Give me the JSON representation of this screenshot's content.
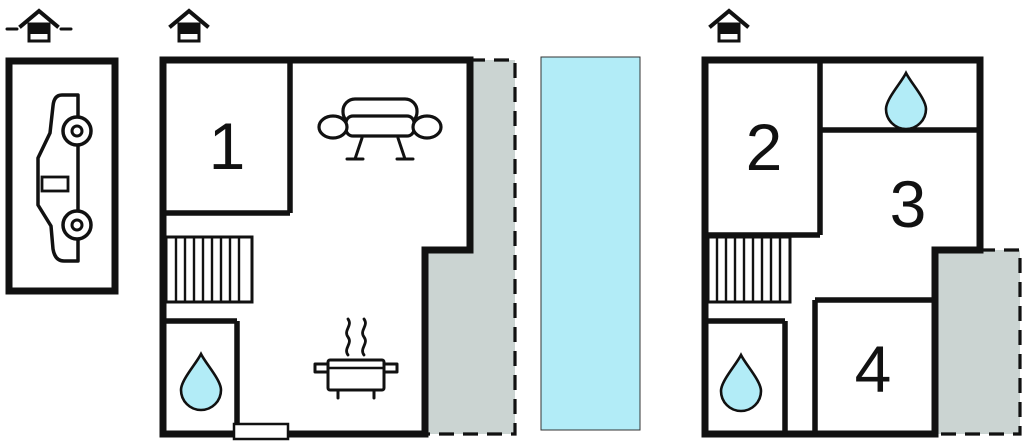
{
  "rooms": {
    "labels": [
      "1",
      "2",
      "3",
      "4"
    ]
  },
  "colors": {
    "wall": "#111111",
    "water": "#b2ecf7",
    "pool": "#b2ecf7",
    "terrace": "#cbd4d2",
    "background": "#ffffff"
  },
  "icons": {
    "entrance": "house-entrance-icon",
    "garage": "car-icon",
    "living_room": "sofa-icon",
    "kitchen": "stove-icon",
    "bathroom": "water-drop-icon",
    "stairs": "stairs-icon"
  }
}
